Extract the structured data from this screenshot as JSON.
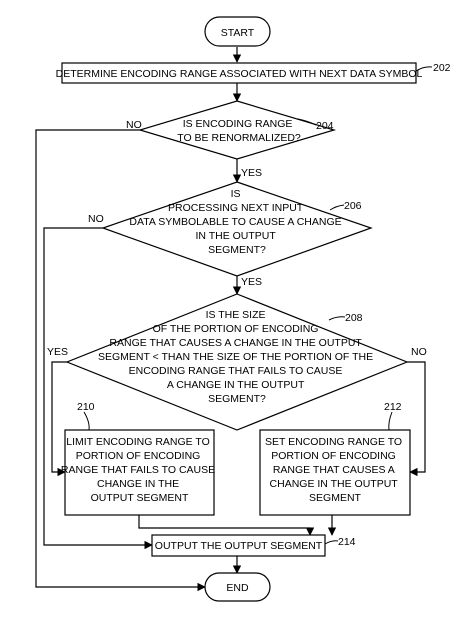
{
  "nodes": {
    "start": {
      "lines": [
        "START"
      ]
    },
    "n202": {
      "lines": [
        "DETERMINE ENCODING RANGE ASSOCIATED WITH NEXT DATA SYMBOL"
      ]
    },
    "n204": {
      "lines": [
        "IS ENCODING RANGE",
        "TO BE RENORMALIZED?"
      ]
    },
    "n206": {
      "lines": [
        "IS",
        "PROCESSING NEXT INPUT",
        "DATA SYMBOLABLE TO CAUSE A CHANGE",
        "IN THE OUTPUT",
        "SEGMENT?"
      ]
    },
    "n208": {
      "lines": [
        "IS THE SIZE",
        "OF THE PORTION OF ENCODING",
        "RANGE THAT CAUSES A CHANGE IN THE OUTPUT",
        "SEGMENT < THAN THE SIZE OF THE PORTION OF THE",
        "ENCODING RANGE THAT FAILS TO CAUSE",
        "A CHANGE IN THE OUTPUT",
        "SEGMENT?"
      ]
    },
    "n210": {
      "lines": [
        "LIMIT ENCODING RANGE TO",
        "PORTION OF ENCODING",
        "RANGE THAT FAILS TO CAUSE",
        "CHANGE IN THE",
        "OUTPUT SEGMENT"
      ]
    },
    "n212": {
      "lines": [
        "SET ENCODING RANGE TO",
        "PORTION OF ENCODING",
        "RANGE THAT CAUSES A",
        "CHANGE IN THE OUTPUT",
        "SEGMENT"
      ]
    },
    "n214": {
      "lines": [
        "OUTPUT THE OUTPUT SEGMENT"
      ]
    },
    "end": {
      "lines": [
        "END"
      ]
    }
  },
  "refs": {
    "r202": "202",
    "r204": "204",
    "r206": "206",
    "r208": "208",
    "r210": "210",
    "r212": "212",
    "r214": "214"
  },
  "branches": {
    "b204_no": "NO",
    "b204_yes": "YES",
    "b206_no": "NO",
    "b206_yes": "YES",
    "b208_yes": "YES",
    "b208_no": "NO"
  }
}
